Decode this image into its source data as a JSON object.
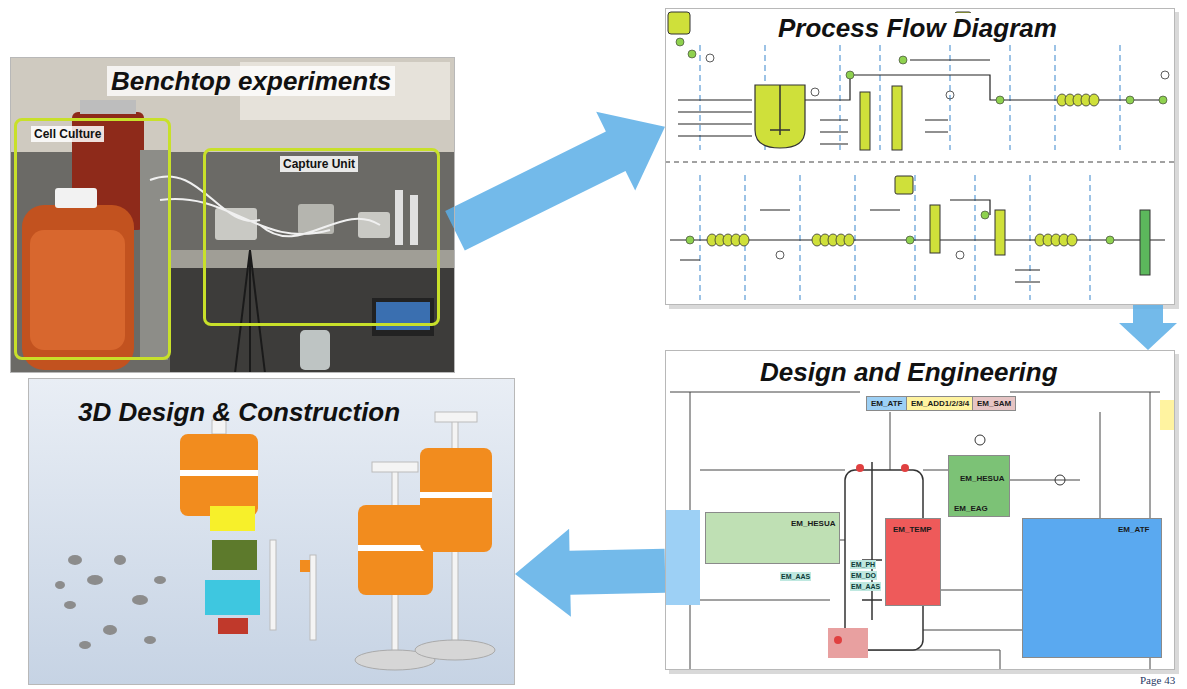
{
  "diagram": {
    "nodes": [
      {
        "text": [
          "Benchtop experiments"
        ]
      },
      {
        "text": [
          "Cell Culture"
        ],
        "in": 0
      },
      {
        "text": [
          "Capture Unit"
        ],
        "in": 0
      },
      {
        "text": [
          "Process Flow Diagram"
        ]
      },
      {
        "text": [
          "Design and Engineering"
        ]
      },
      {
        "text": [
          "EM_ATF"
        ],
        "in": 4
      },
      {
        "text": [
          "EM_ADD1/2/3/4"
        ],
        "in": 4
      },
      {
        "text": [
          "EM_SAM"
        ],
        "in": 4
      },
      {
        "text": [
          "EM_HESUA"
        ],
        "in": 4
      },
      {
        "text": [
          "EM_HESUA",
          "EM_EAG"
        ],
        "in": 4
      },
      {
        "text": [
          "EM_TEMP"
        ],
        "in": 4
      },
      {
        "text": [
          "EM_ATF"
        ],
        "in": 4
      },
      {
        "text": [
          "3D Design & Construction"
        ]
      }
    ],
    "edges": [
      {
        "from": 0,
        "to": 3,
        "arrow": "to"
      },
      {
        "from": 3,
        "to": 4,
        "arrow": "to"
      },
      {
        "from": 4,
        "to": 12,
        "arrow": "to"
      }
    ],
    "labels": [
      "EM_AAS",
      "EM_PH",
      "EM_DO",
      "EM_AAS",
      "Page 43"
    ]
  }
}
